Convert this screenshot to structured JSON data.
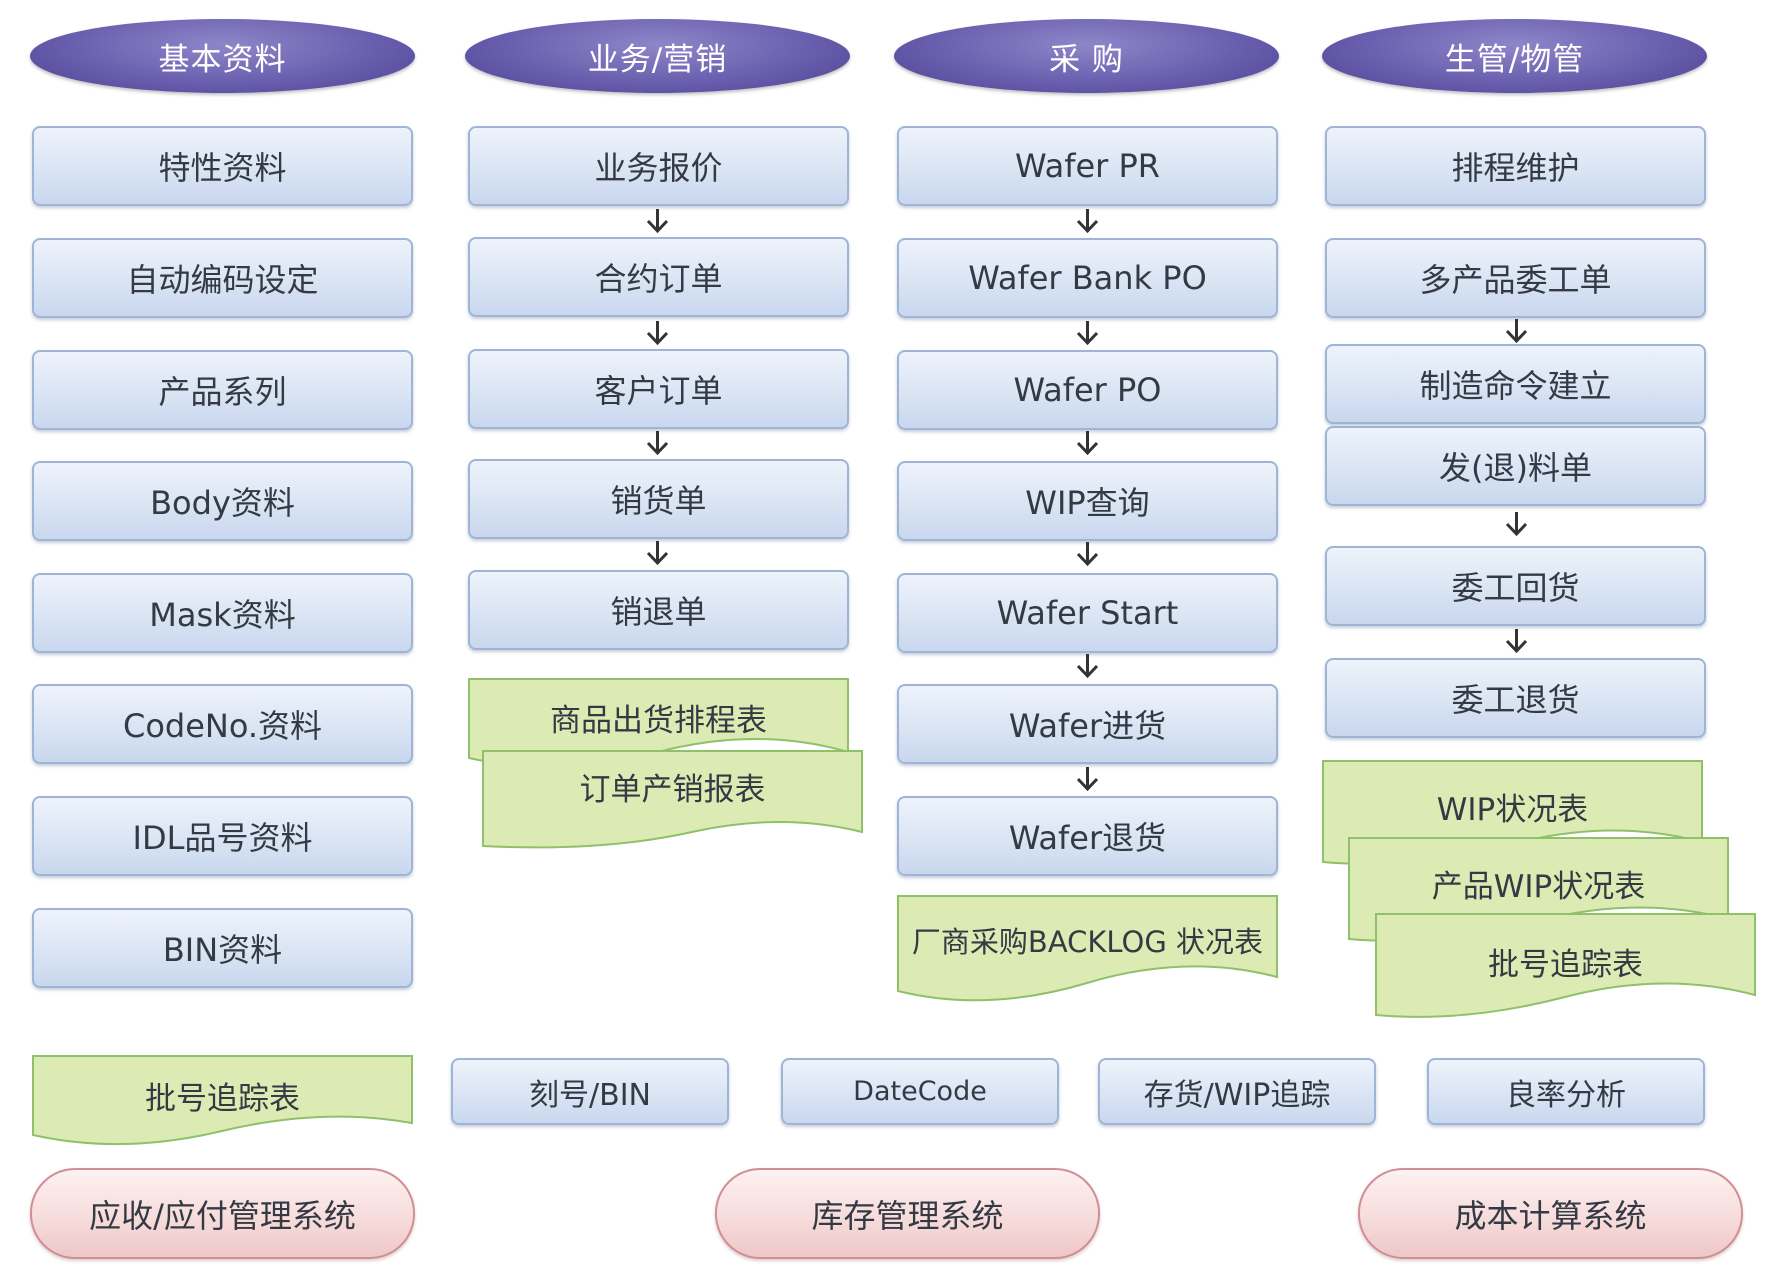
{
  "headers": {
    "basic": "基本资料",
    "sales": "业务/营销",
    "purchase": "采 购",
    "production": "生管/物管"
  },
  "basic": {
    "items": [
      "特性资料",
      "自动编码设定",
      "产品系列",
      "Body资料",
      "Mask资料",
      "CodeNo.资料",
      "IDL品号资料",
      "BIN资料"
    ]
  },
  "sales": {
    "items": [
      "业务报价",
      "合约订单",
      "客户订单",
      "销货单",
      "销退单"
    ],
    "reports": [
      "商品出货排程表",
      "订单产销报表"
    ]
  },
  "purchase": {
    "items": [
      "Wafer PR",
      "Wafer Bank PO",
      "Wafer PO",
      "WIP查询",
      "Wafer Start",
      "Wafer进货",
      "Wafer退货"
    ],
    "reports": [
      "厂商采购BACKLOG 状况表"
    ]
  },
  "production": {
    "items": [
      "排程维护",
      "多产品委工单",
      "制造命令建立",
      "发(退)料单",
      "委工回货",
      "委工退货"
    ],
    "reports": [
      "WIP状况表",
      "产品WIP状况表",
      "批号追踪表"
    ]
  },
  "bottom": {
    "report": "批号追踪表",
    "tools": [
      "刻号/BIN",
      "DateCode",
      "存货/WIP追踪",
      "良率分析"
    ],
    "systems": [
      "应收/应付管理系统",
      "库存管理系统",
      "成本计算系统"
    ]
  },
  "colors": {
    "header": "#6a5fae",
    "box": "#dde7f5",
    "report": "#dcebb4",
    "system": "#f7dcdc"
  }
}
